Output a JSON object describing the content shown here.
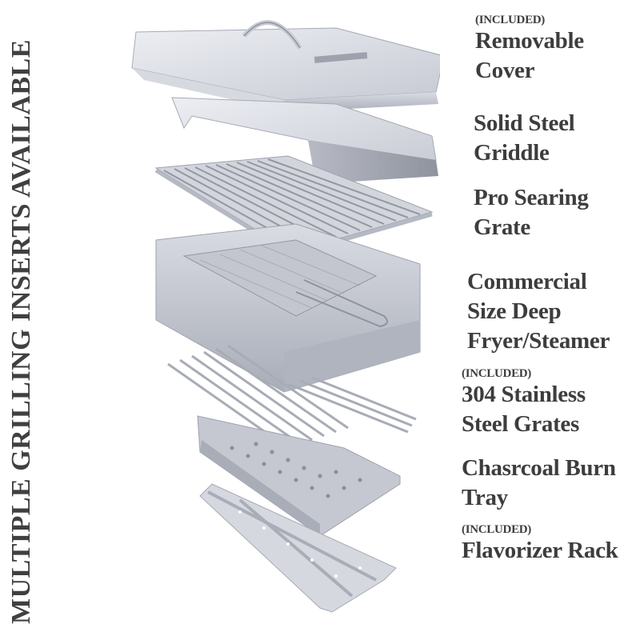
{
  "vertical_title": "MULTIPLE GRILLING INSERTS AVAILABLE",
  "labels": [
    {
      "included": "(INCLUDED)",
      "lines": [
        "Removable",
        "Cover"
      ]
    },
    {
      "included": "",
      "lines": [
        "Solid Steel",
        "Griddle"
      ]
    },
    {
      "included": "",
      "lines": [
        "Pro Searing",
        "Grate"
      ]
    },
    {
      "included": "",
      "lines": [
        "Commercial",
        "Size Deep",
        "Fryer/Steamer"
      ]
    },
    {
      "included": "(INCLUDED)",
      "lines": [
        "304 Stainless",
        "Steel Grates"
      ]
    },
    {
      "included": "",
      "lines": [
        "Chasrcoal Burn",
        "Tray"
      ]
    },
    {
      "included": "(INCLUDED)",
      "lines": [
        "Flavorizer Rack"
      ]
    }
  ],
  "colors": {
    "text": "#3d3d3d",
    "steel_light": "#e4e6ec",
    "steel_mid": "#b9bcc6",
    "steel_dark": "#8e929d"
  }
}
